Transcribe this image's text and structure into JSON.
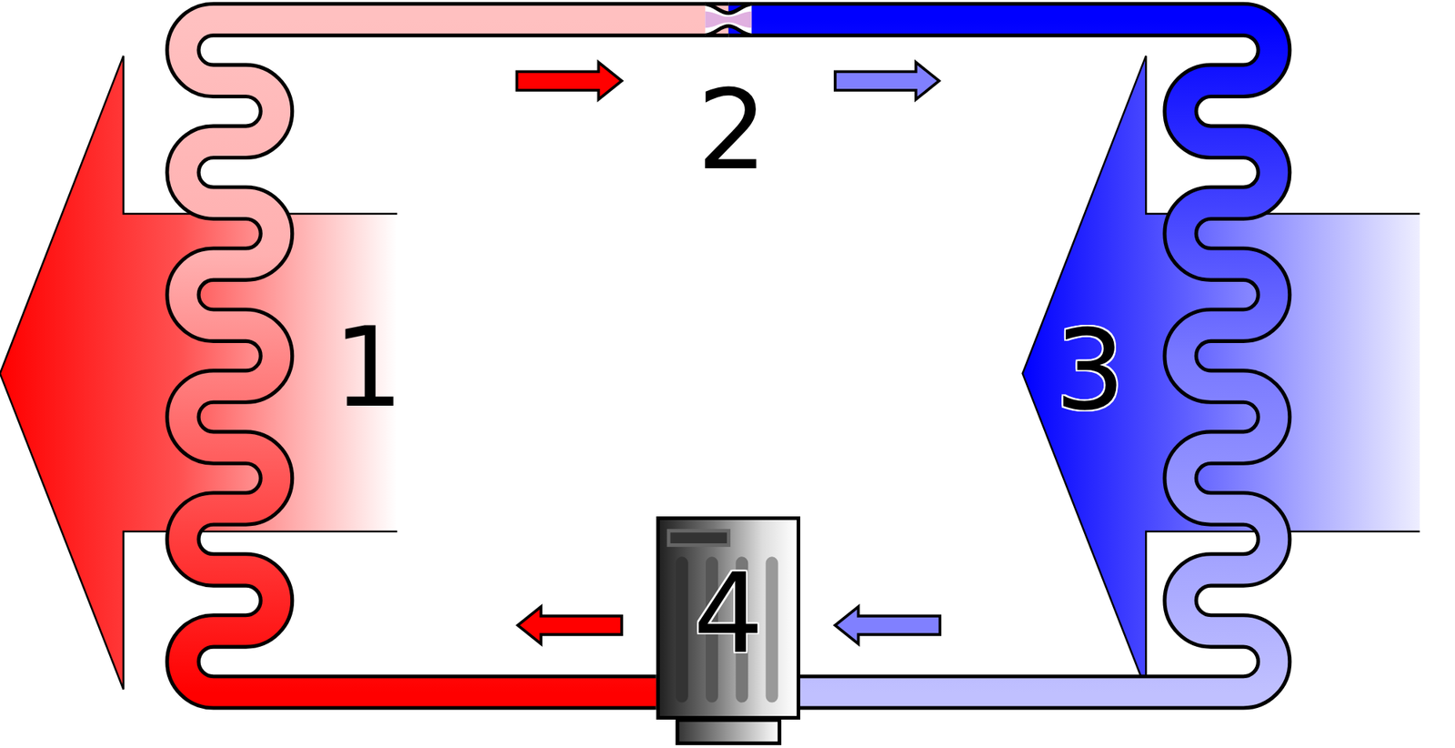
{
  "diagram": {
    "nodes": [
      {
        "text": [
          "4"
        ]
      }
    ],
    "labels": [
      "1",
      "2",
      "3"
    ]
  }
}
